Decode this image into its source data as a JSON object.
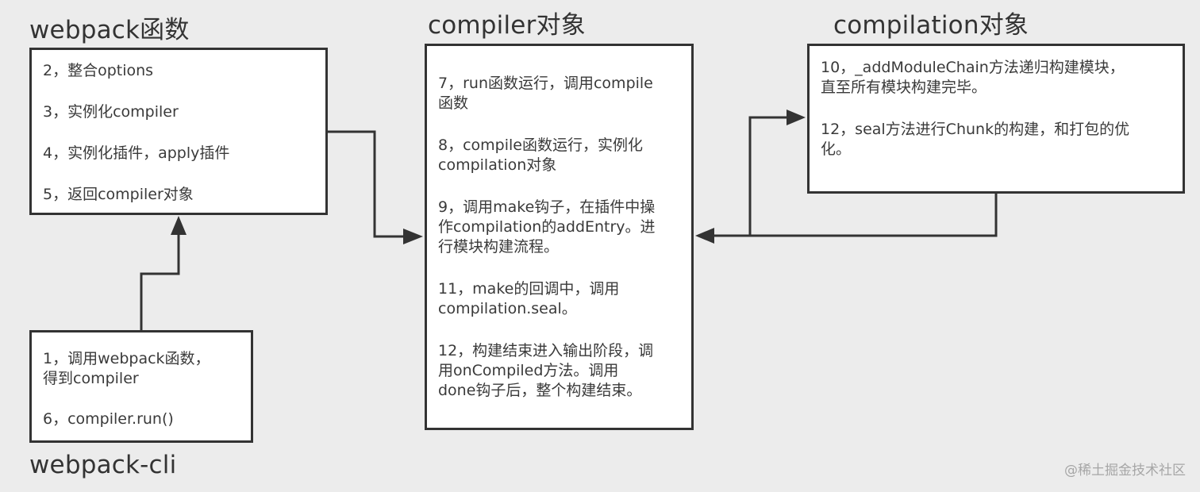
{
  "diagram": {
    "nodes": {
      "webpack_function": {
        "title": "webpack函数",
        "items": [
          "2，整合options",
          "3，实例化compiler",
          "4，实例化插件，apply插件",
          "5，返回compiler对象"
        ]
      },
      "compiler": {
        "title": "compiler对象",
        "items": [
          "7，run函数运行，调用compile\n函数",
          "8，compile函数运行，实例化\ncompilation对象",
          "9，调用make钩子，在插件中操\n作compilation的addEntry。进\n行模块构建流程。",
          "11，make的回调中，调用\ncompilation.seal。",
          "12，构建结束进入输出阶段，调\n用onCompiled方法。调用\ndone钩子后，整个构建结束。"
        ]
      },
      "compilation": {
        "title": "compilation对象",
        "items": [
          "10，_addModuleChain方法递归构建模块，\n直至所有模块构建完毕。",
          "12，seal方法进行Chunk的构建，和打包的优\n化。"
        ]
      },
      "webpack_cli": {
        "title": "webpack-cli",
        "items": [
          "1，调用webpack函数，\n得到compiler",
          "6，compiler.run()"
        ]
      }
    },
    "edges": [
      {
        "from": "webpack_cli",
        "to": "webpack_function"
      },
      {
        "from": "webpack_function",
        "to": "compiler"
      },
      {
        "from": "compiler",
        "to": "compilation"
      },
      {
        "from": "compilation",
        "to": "compiler"
      }
    ],
    "colors": {
      "background": "#ececec",
      "box_fill": "#ffffff",
      "stroke": "#333333",
      "text": "#3a3a3a"
    }
  },
  "watermark": "@稀土掘金技术社区"
}
